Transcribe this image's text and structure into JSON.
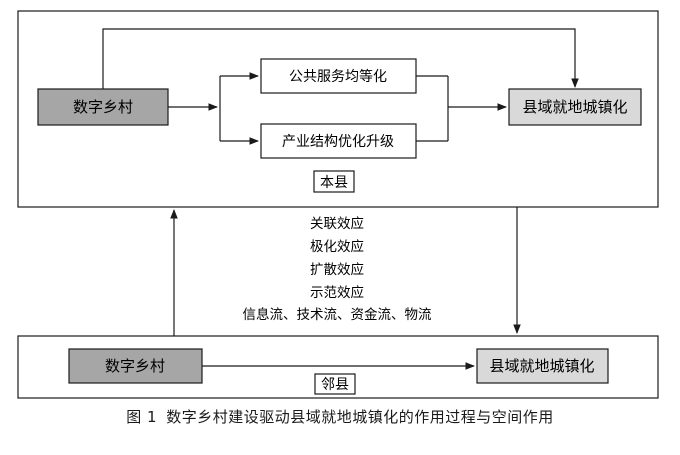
{
  "top_region": {
    "label": "本县",
    "source": "数字乡村",
    "mediator_upper": "公共服务均等化",
    "mediator_lower": "产业结构优化升级",
    "target": "县域就地城镇化"
  },
  "effects": [
    "关联效应",
    "极化效应",
    "扩散效应",
    "示范效应",
    "信息流、技术流、资金流、物流"
  ],
  "bottom_region": {
    "label": "邻县",
    "source": "数字乡村",
    "target": "县域就地城镇化"
  },
  "caption": {
    "figure_no": "图 1",
    "text": "数字乡村建设驱动县域就地城镇化的作用过程与空间作用"
  },
  "colors": {
    "dark_box_fill": "#a6a6a6",
    "light_box_fill": "#d9d9d9",
    "line": "#1a1a1a",
    "background": "#ffffff"
  }
}
